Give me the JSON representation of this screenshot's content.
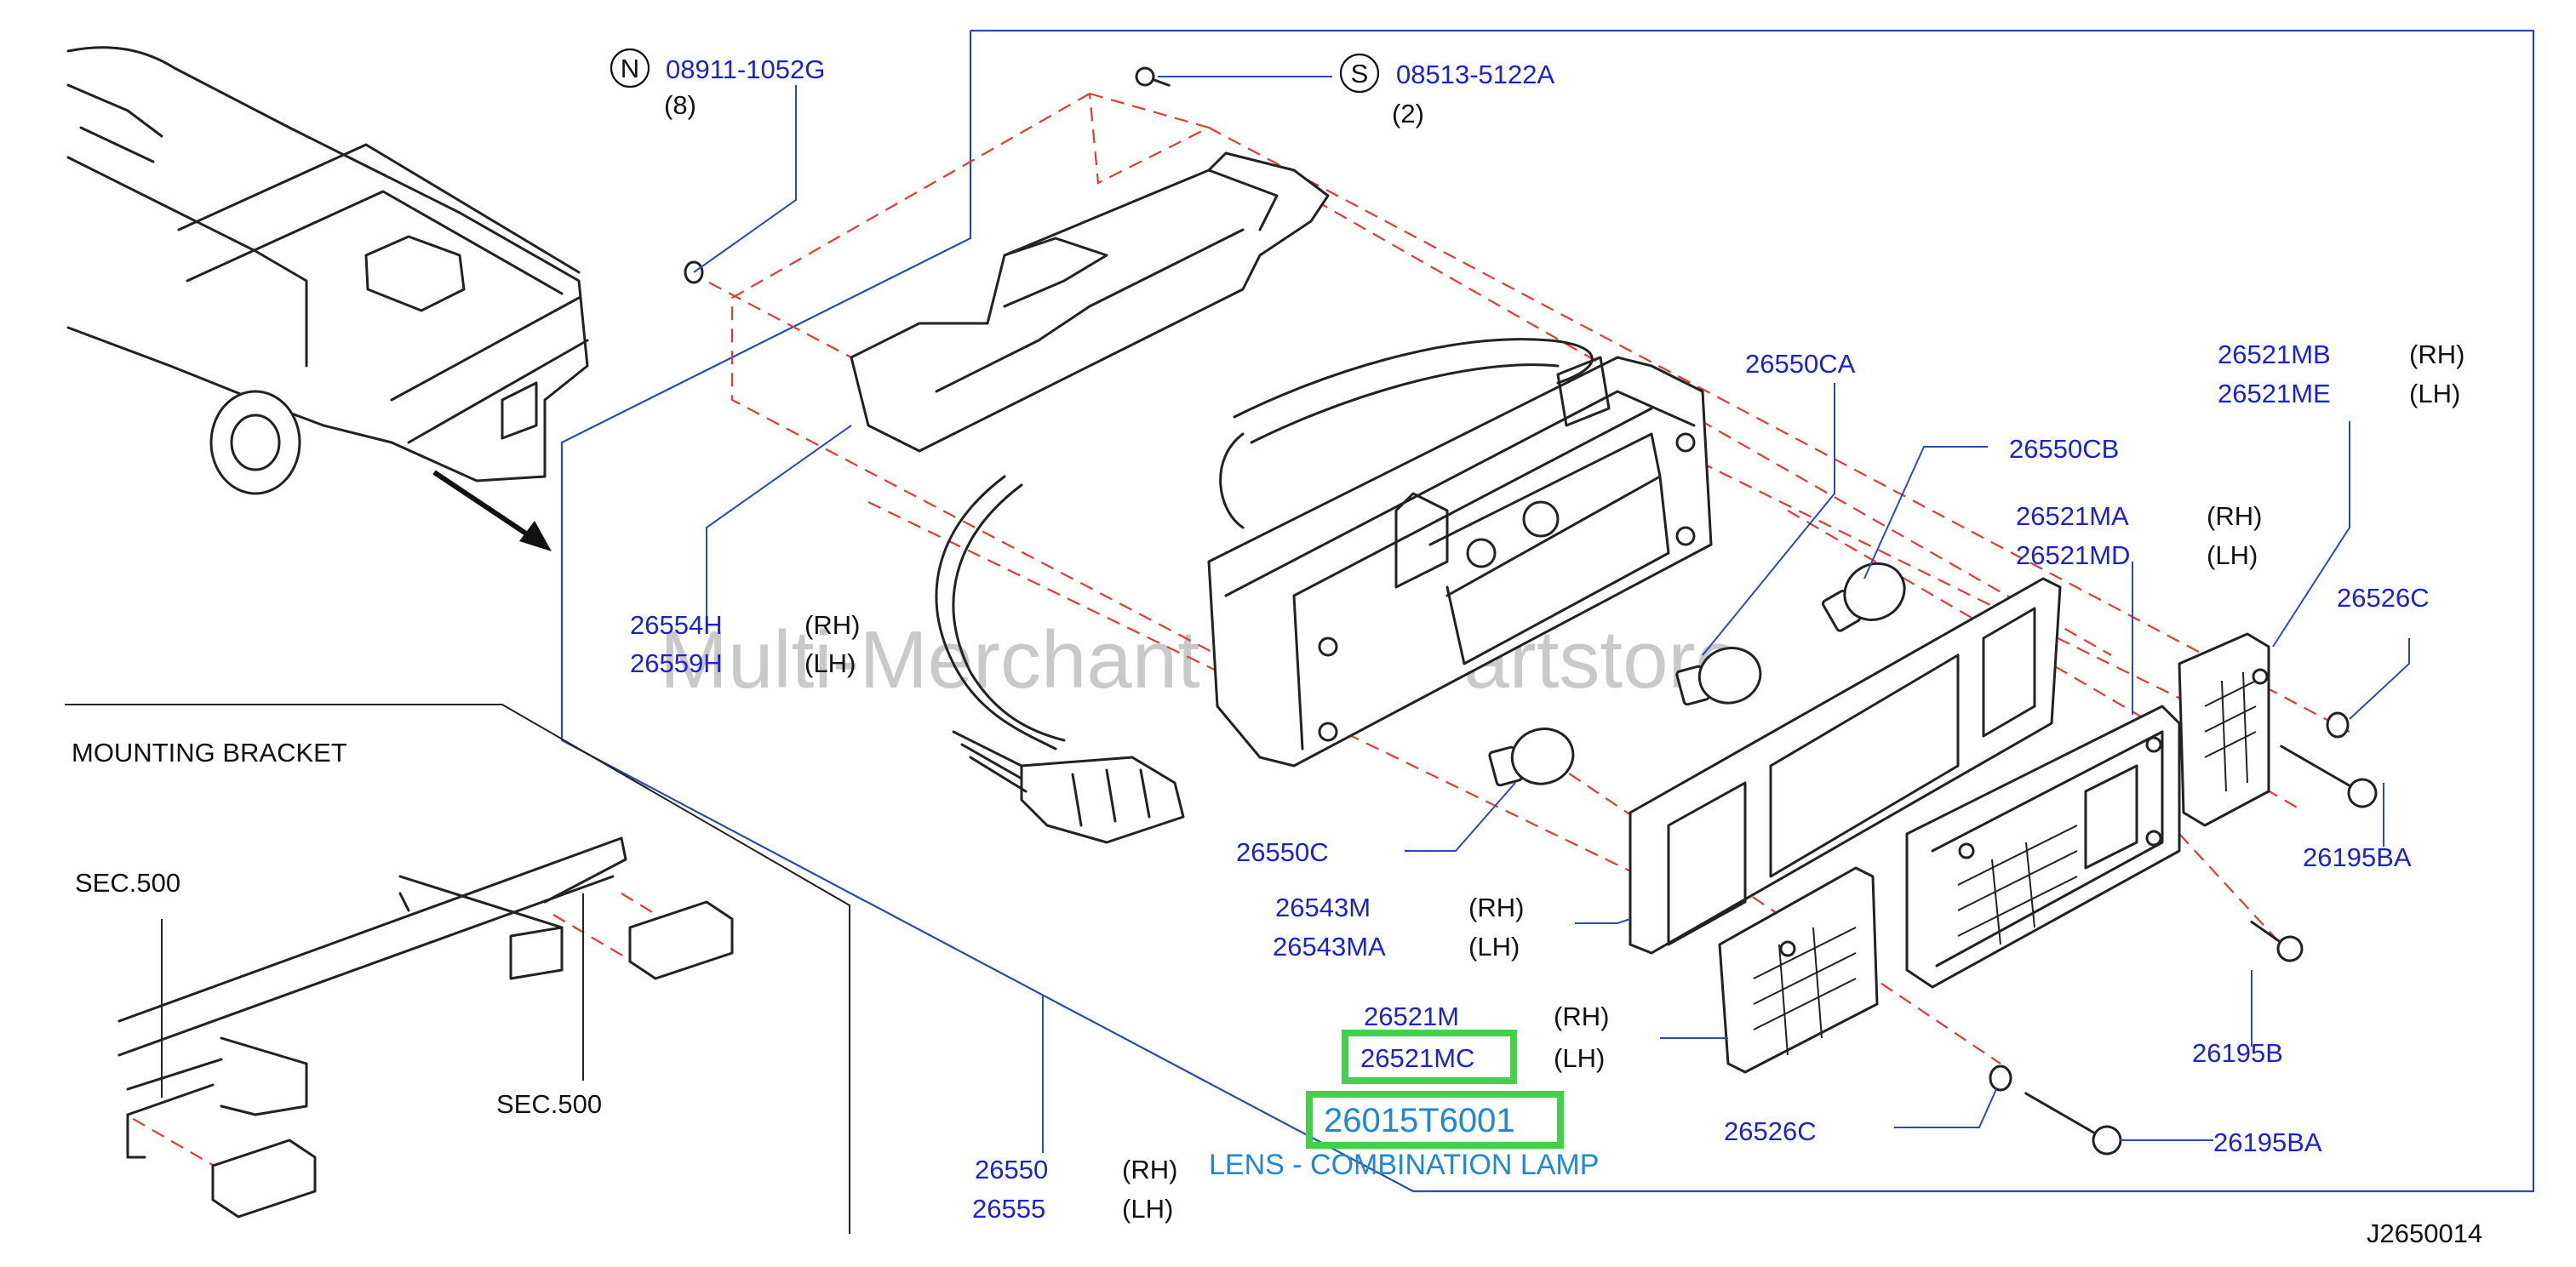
{
  "watermark": "Multi-Merchant Auto Partstore",
  "diagram_id": "J2650014",
  "section_title": "MOUNTING  BRACKET",
  "sec_left": "SEC.500",
  "sec_right": "SEC.500",
  "highlight": {
    "part": "26015T6001",
    "description": "LENS - COMBINATION LAMP"
  },
  "parts": {
    "nut": {
      "symbol": "N",
      "number": "08911-1052G",
      "qty": "(8)"
    },
    "screw": {
      "symbol": "S",
      "number": "08513-5122A",
      "qty": "(2)"
    },
    "harness": {
      "rh": "26554H",
      "lh": "26559H"
    },
    "bulb_ca": "26550CA",
    "bulb_cb": "26550CB",
    "bulb_c": "26550C",
    "gasket": {
      "rh": "26543M",
      "lh": "26543MA"
    },
    "lens_main": {
      "rh": "26521MA",
      "lh": "26521MD"
    },
    "lens_side": {
      "rh": "26521MB",
      "lh": "26521ME"
    },
    "lens_lower": {
      "rh": "26521M",
      "lh": "26521MC"
    },
    "washer_top": "26526C",
    "washer_bottom": "26526C",
    "screw_ba_top": "26195BA",
    "screw_b": "26195B",
    "screw_ba_bottom": "26195BA",
    "lamp_assy": {
      "rh": "26550",
      "lh": "26555"
    }
  },
  "qualifiers": {
    "rh": "(RH)",
    "lh": "(LH)"
  },
  "icons": [
    "tail-lamp-housing-icon",
    "bulb-icon",
    "lens-icon",
    "screw-icon",
    "washer-icon",
    "truck-icon",
    "bracket-icon"
  ]
}
